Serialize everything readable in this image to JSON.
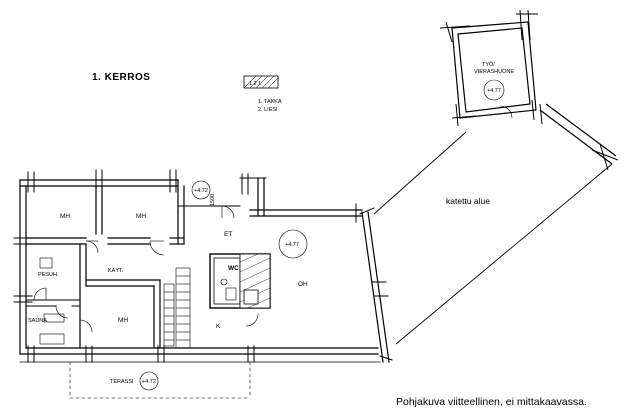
{
  "floor_title": "1. KERROS",
  "legend": {
    "swatch_text": "1 2 1",
    "item1": "1. TAKKA",
    "item2": "2. LIESI"
  },
  "rooms": {
    "mh_left": "MH",
    "mh_right": "MH",
    "et": "ET",
    "kayt": "KÄYT.",
    "pesuh": "PESUH.",
    "sauna": "SAUNA",
    "mh_mid": "MH",
    "wc": "WC",
    "oh": "OH",
    "k": "K",
    "terassi": "TERASSI",
    "tyo": "TYÖ/",
    "vierashuone": "VIERASHUONE",
    "stair_dim": "1500"
  },
  "levels": {
    "top_left": "+4.72",
    "center": "+4.77",
    "terassi": "+4.72",
    "guest": "+4.77"
  },
  "covered_area": "katettu alue",
  "caption": "Pohjakuva viitteellinen, ei mittakaavassa."
}
